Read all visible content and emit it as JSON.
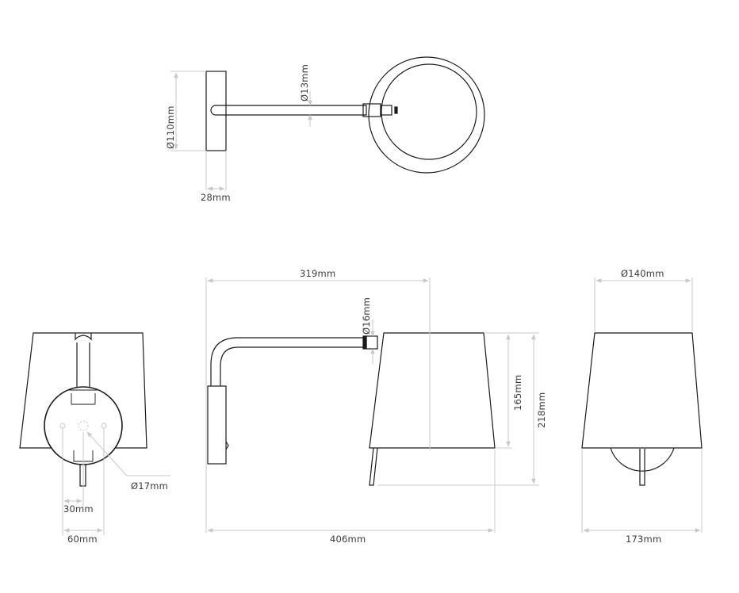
{
  "drawing": {
    "subject": "Wall lamp with swing arm and tapered shade - dimensional drawing",
    "colors": {
      "outline": "#1a1a1a",
      "dimension_line": "#c8c8c8",
      "label_text": "#3a3a3a",
      "background": "#ffffff"
    },
    "views": {
      "top": {
        "backplate_diameter": "Ø110mm",
        "arm_diameter": "Ø13mm",
        "backplate_depth": "28mm"
      },
      "front": {
        "fixing_hole": "Ø17mm",
        "half_spacing": "30mm",
        "hole_spacing": "60mm"
      },
      "side": {
        "arm_reach": "319mm",
        "joint_diameter": "Ø16mm",
        "shade_height": "165mm",
        "total_height": "218mm",
        "total_projection": "406mm"
      },
      "rear": {
        "shade_top_diameter": "Ø140mm",
        "shade_bottom_width": "173mm"
      }
    }
  }
}
